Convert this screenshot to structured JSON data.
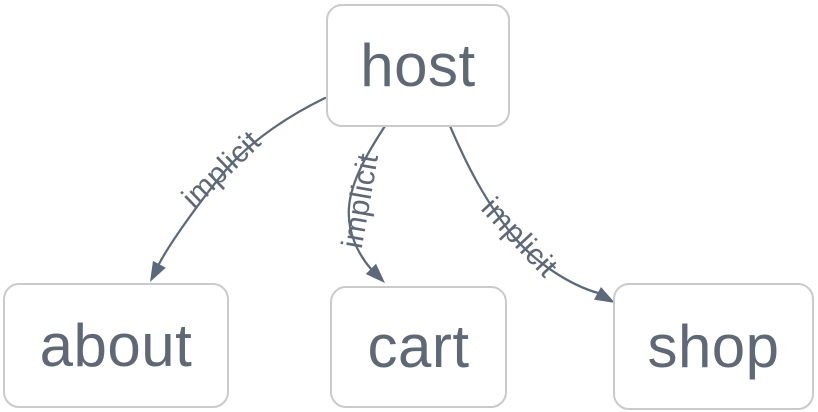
{
  "diagram": {
    "type": "graph",
    "direction": "top-down",
    "nodes": [
      {
        "id": "host",
        "label": "host"
      },
      {
        "id": "about",
        "label": "about"
      },
      {
        "id": "cart",
        "label": "cart"
      },
      {
        "id": "shop",
        "label": "shop"
      }
    ],
    "edges": [
      {
        "from": "host",
        "to": "about",
        "label": "implicit"
      },
      {
        "from": "host",
        "to": "cart",
        "label": "implicit"
      },
      {
        "from": "host",
        "to": "shop",
        "label": "implicit"
      }
    ],
    "colors": {
      "canvas_background": "#ffffff",
      "node_background": "#ffffff",
      "node_border": "#c9cacc",
      "node_text": "#5f6874",
      "edge_stroke": "#5d687a",
      "edge_label_text": "#5f6874"
    }
  }
}
